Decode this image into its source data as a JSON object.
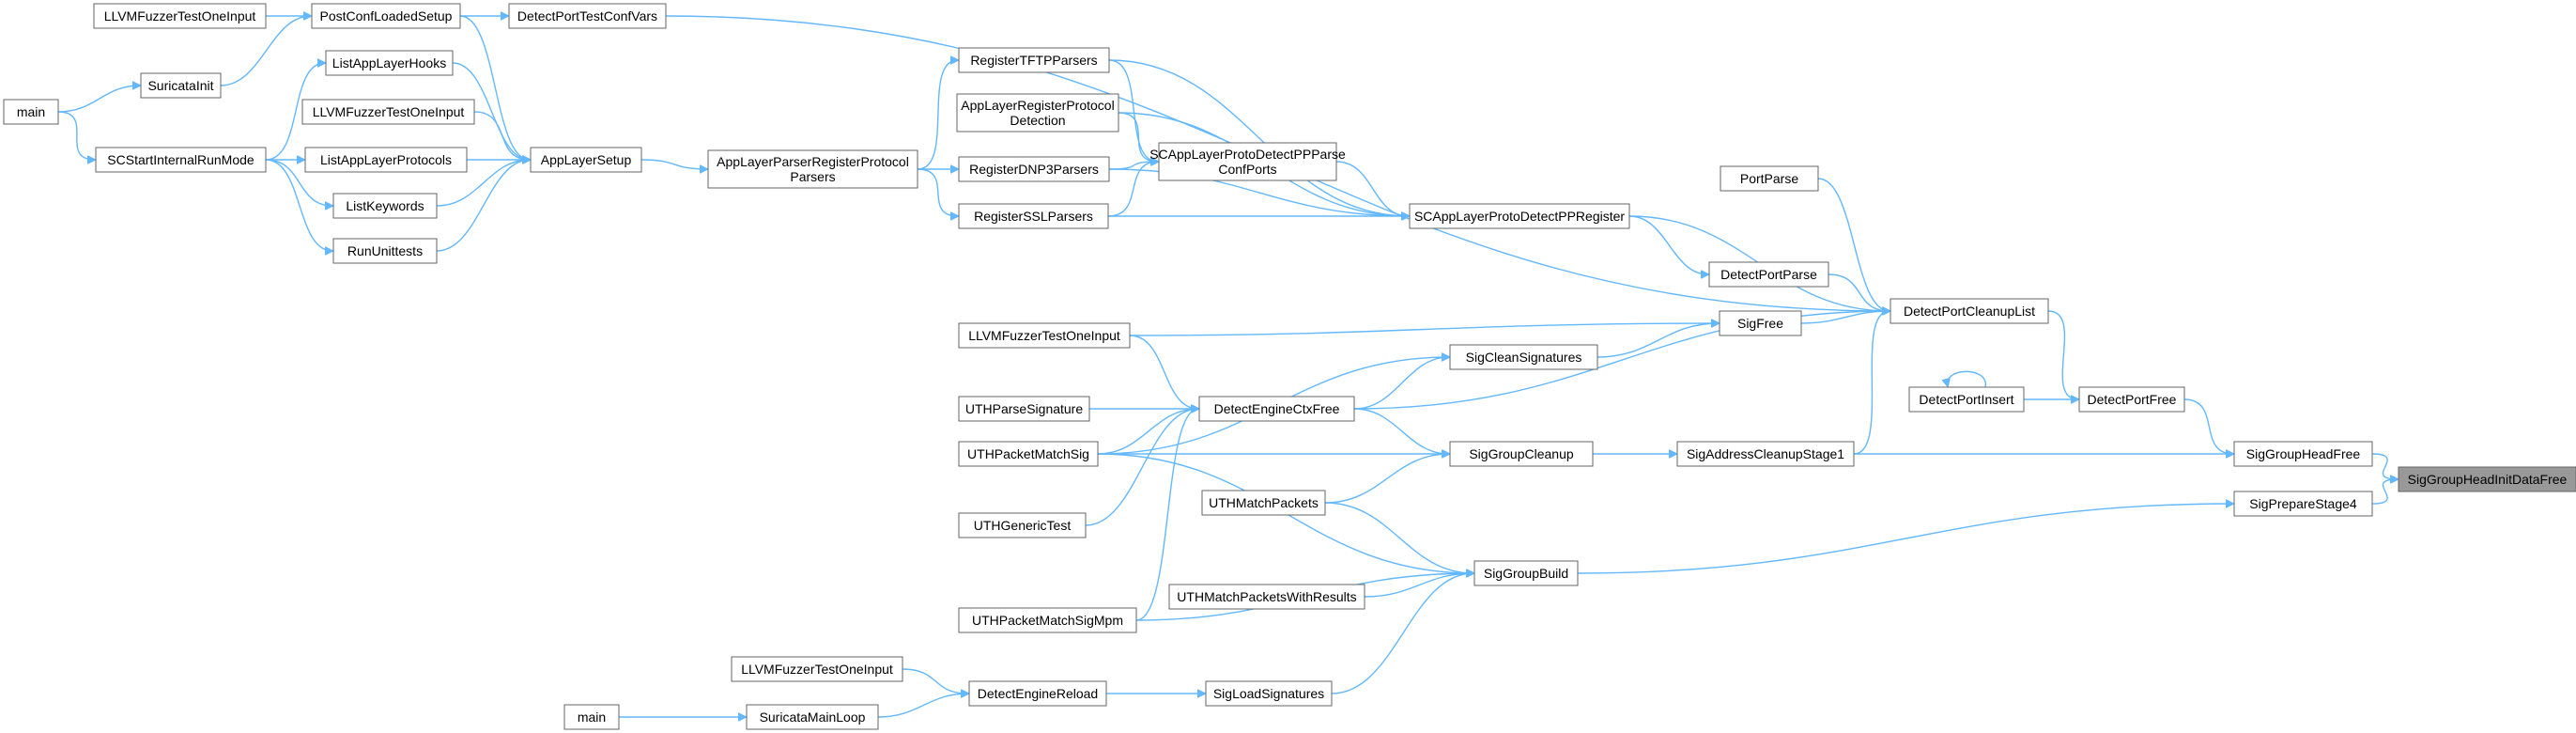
{
  "nodes": [
    {
      "id": "root",
      "label": "SigGroupHeadInitDataFree",
      "highlight": true
    },
    {
      "id": "sgheadfree",
      "label": "SigGroupHeadFree"
    },
    {
      "id": "prepare4",
      "label": "SigPrepareStage4"
    },
    {
      "id": "dpfree",
      "label": "DetectPortFree"
    },
    {
      "id": "sacs1",
      "label": "SigAddressCleanupStage1"
    },
    {
      "id": "dpinsert",
      "label": "DetectPortInsert"
    },
    {
      "id": "dpcl",
      "label": "DetectPortCleanupList"
    },
    {
      "id": "portparse",
      "label": "PortParse"
    },
    {
      "id": "dpparse",
      "label": "DetectPortParse"
    },
    {
      "id": "sigfree",
      "label": "SigFree"
    },
    {
      "id": "sgbuild",
      "label": "SigGroupBuild"
    },
    {
      "id": "sgcleanup",
      "label": "SigGroupCleanup"
    },
    {
      "id": "sigclean",
      "label": "SigCleanSignatures"
    },
    {
      "id": "dectxfree",
      "label": "DetectEngineCtxFree"
    },
    {
      "id": "screg",
      "label": "SCAppLayerProtoDetectPPRegister"
    },
    {
      "id": "scconf",
      "label": [
        "SCAppLayerProtoDetectPPParse",
        "ConfPorts"
      ]
    },
    {
      "id": "dptconf",
      "label": "DetectPortTestConfVars"
    },
    {
      "id": "regtftp",
      "label": "RegisterTFTPParsers"
    },
    {
      "id": "alrpd",
      "label": [
        "AppLayerRegisterProtocol",
        "Detection"
      ]
    },
    {
      "id": "regdnp3",
      "label": "RegisterDNP3Parsers"
    },
    {
      "id": "regssl",
      "label": "RegisterSSLParsers"
    },
    {
      "id": "alprp",
      "label": [
        "AppLayerParserRegisterProtocol",
        "Parsers"
      ]
    },
    {
      "id": "alsetup",
      "label": "AppLayerSetup"
    },
    {
      "id": "pcls",
      "label": "PostConfLoadedSetup"
    },
    {
      "id": "lalh",
      "label": "ListAppLayerHooks"
    },
    {
      "id": "fuzz2",
      "label": "LLVMFuzzerTestOneInput"
    },
    {
      "id": "lalp",
      "label": "ListAppLayerProtocols"
    },
    {
      "id": "lkw",
      "label": "ListKeywords"
    },
    {
      "id": "rut",
      "label": "RunUnittests"
    },
    {
      "id": "fuzz1",
      "label": "LLVMFuzzerTestOneInput"
    },
    {
      "id": "sinit",
      "label": "SuricataInit"
    },
    {
      "id": "main1",
      "label": "main"
    },
    {
      "id": "scsirm",
      "label": "SCStartInternalRunMode"
    },
    {
      "id": "fuzz3",
      "label": "LLVMFuzzerTestOneInput"
    },
    {
      "id": "uthps",
      "label": "UTHParseSignature"
    },
    {
      "id": "uthpms",
      "label": "UTHPacketMatchSig"
    },
    {
      "id": "uthmp",
      "label": "UTHMatchPackets"
    },
    {
      "id": "uthgt",
      "label": "UTHGenericTest"
    },
    {
      "id": "uthmpr",
      "label": "UTHMatchPacketsWithResults"
    },
    {
      "id": "uthpmsm",
      "label": "UTHPacketMatchSigMpm"
    },
    {
      "id": "sigload",
      "label": "SigLoadSignatures"
    },
    {
      "id": "dereload",
      "label": "DetectEngineReload"
    },
    {
      "id": "fuzz4",
      "label": "LLVMFuzzerTestOneInput"
    },
    {
      "id": "smloop",
      "label": "SuricataMainLoop"
    },
    {
      "id": "main2",
      "label": "main"
    }
  ],
  "edges": [
    [
      "sgheadfree",
      "root"
    ],
    [
      "prepare4",
      "root"
    ],
    [
      "dpfree",
      "sgheadfree"
    ],
    [
      "sacs1",
      "sgheadfree"
    ],
    [
      "sgbuild",
      "prepare4"
    ],
    [
      "dpinsert",
      "dpfree"
    ],
    [
      "dpinsert",
      "dpinsert"
    ],
    [
      "dpcl",
      "dpfree"
    ],
    [
      "sgcleanup",
      "sacs1"
    ],
    [
      "portparse",
      "dpcl"
    ],
    [
      "dpparse",
      "dpcl"
    ],
    [
      "sigfree",
      "dpcl"
    ],
    [
      "screg",
      "dpcl"
    ],
    [
      "dptconf",
      "dpcl"
    ],
    [
      "dectxfree",
      "dpcl"
    ],
    [
      "sacs1",
      "dpcl"
    ],
    [
      "screg",
      "dpparse"
    ],
    [
      "fuzz3",
      "sigfree"
    ],
    [
      "sigclean",
      "sigfree"
    ],
    [
      "uthmp",
      "sgbuild"
    ],
    [
      "uthmpr",
      "sgbuild"
    ],
    [
      "uthpmsm",
      "sgbuild"
    ],
    [
      "uthpms",
      "sgbuild"
    ],
    [
      "sigload",
      "sgbuild"
    ],
    [
      "uthpms",
      "sgcleanup"
    ],
    [
      "uthmp",
      "sgcleanup"
    ],
    [
      "dectxfree",
      "sgcleanup"
    ],
    [
      "dectxfree",
      "sigclean"
    ],
    [
      "uthpms",
      "sigclean"
    ],
    [
      "fuzz3",
      "dectxfree"
    ],
    [
      "uthps",
      "dectxfree"
    ],
    [
      "uthpms",
      "dectxfree"
    ],
    [
      "uthgt",
      "dectxfree"
    ],
    [
      "uthpmsm",
      "dectxfree"
    ],
    [
      "scconf",
      "screg"
    ],
    [
      "regtftp",
      "screg"
    ],
    [
      "alrpd",
      "screg"
    ],
    [
      "regdnp3",
      "screg"
    ],
    [
      "regssl",
      "screg"
    ],
    [
      "regtftp",
      "scconf"
    ],
    [
      "alrpd",
      "scconf"
    ],
    [
      "regdnp3",
      "scconf"
    ],
    [
      "regssl",
      "scconf"
    ],
    [
      "alprp",
      "regtftp"
    ],
    [
      "alprp",
      "regdnp3"
    ],
    [
      "alprp",
      "regssl"
    ],
    [
      "alsetup",
      "alprp"
    ],
    [
      "pcls",
      "alsetup"
    ],
    [
      "lalh",
      "alsetup"
    ],
    [
      "fuzz2",
      "alsetup"
    ],
    [
      "lalp",
      "alsetup"
    ],
    [
      "lkw",
      "alsetup"
    ],
    [
      "rut",
      "alsetup"
    ],
    [
      "pcls",
      "dptconf"
    ],
    [
      "fuzz1",
      "pcls"
    ],
    [
      "sinit",
      "pcls"
    ],
    [
      "scsirm",
      "lalh"
    ],
    [
      "scsirm",
      "lalp"
    ],
    [
      "scsirm",
      "lkw"
    ],
    [
      "scsirm",
      "rut"
    ],
    [
      "main1",
      "sinit"
    ],
    [
      "main1",
      "scsirm"
    ],
    [
      "dereload",
      "sigload"
    ],
    [
      "fuzz4",
      "dereload"
    ],
    [
      "smloop",
      "dereload"
    ],
    [
      "main2",
      "smloop"
    ]
  ]
}
